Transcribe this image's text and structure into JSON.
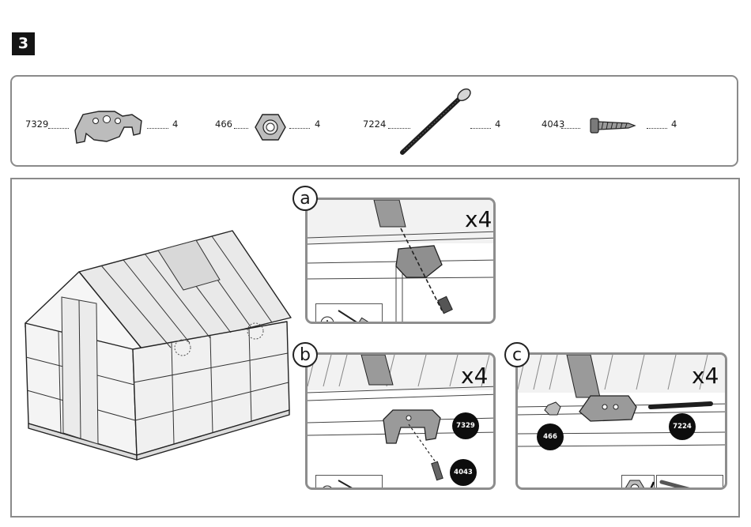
{
  "step": {
    "number": "3"
  },
  "parts": [
    {
      "code": "7329",
      "qty": "4",
      "icon": "bracket-icon"
    },
    {
      "code": "466",
      "qty": "4",
      "icon": "nut-icon"
    },
    {
      "code": "7224",
      "qty": "4",
      "icon": "bolt-icon"
    },
    {
      "code": "4043",
      "qty": "4",
      "icon": "screw-icon"
    }
  ],
  "details": {
    "a": {
      "letter": "a",
      "multiplier": "x4"
    },
    "b": {
      "letter": "b",
      "multiplier": "x4",
      "labels": [
        "7329",
        "4043"
      ]
    },
    "c": {
      "letter": "c",
      "multiplier": "x4",
      "labels": [
        "466",
        "7224"
      ]
    }
  },
  "colors": {
    "panel_border": "#8a8a8a",
    "part_fill": "#9a9a9a",
    "badge": "#0d0d0d"
  }
}
